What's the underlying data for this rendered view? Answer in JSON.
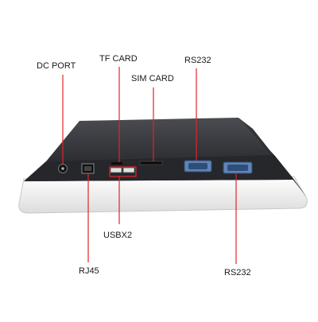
{
  "labels": {
    "dc_port": "DC PORT",
    "tf_card": "TF CARD",
    "sim_card": "SIM CARD",
    "rs232_top": "RS232",
    "usbx2": "USBX2",
    "rj45": "RJ45",
    "rs232_bottom": "RS232"
  },
  "colors": {
    "callout_line": "#e0252a",
    "panel_top": "#2b2d31",
    "panel_bezel": "#f4f4f4",
    "port_blue": "#3d6fa8"
  }
}
